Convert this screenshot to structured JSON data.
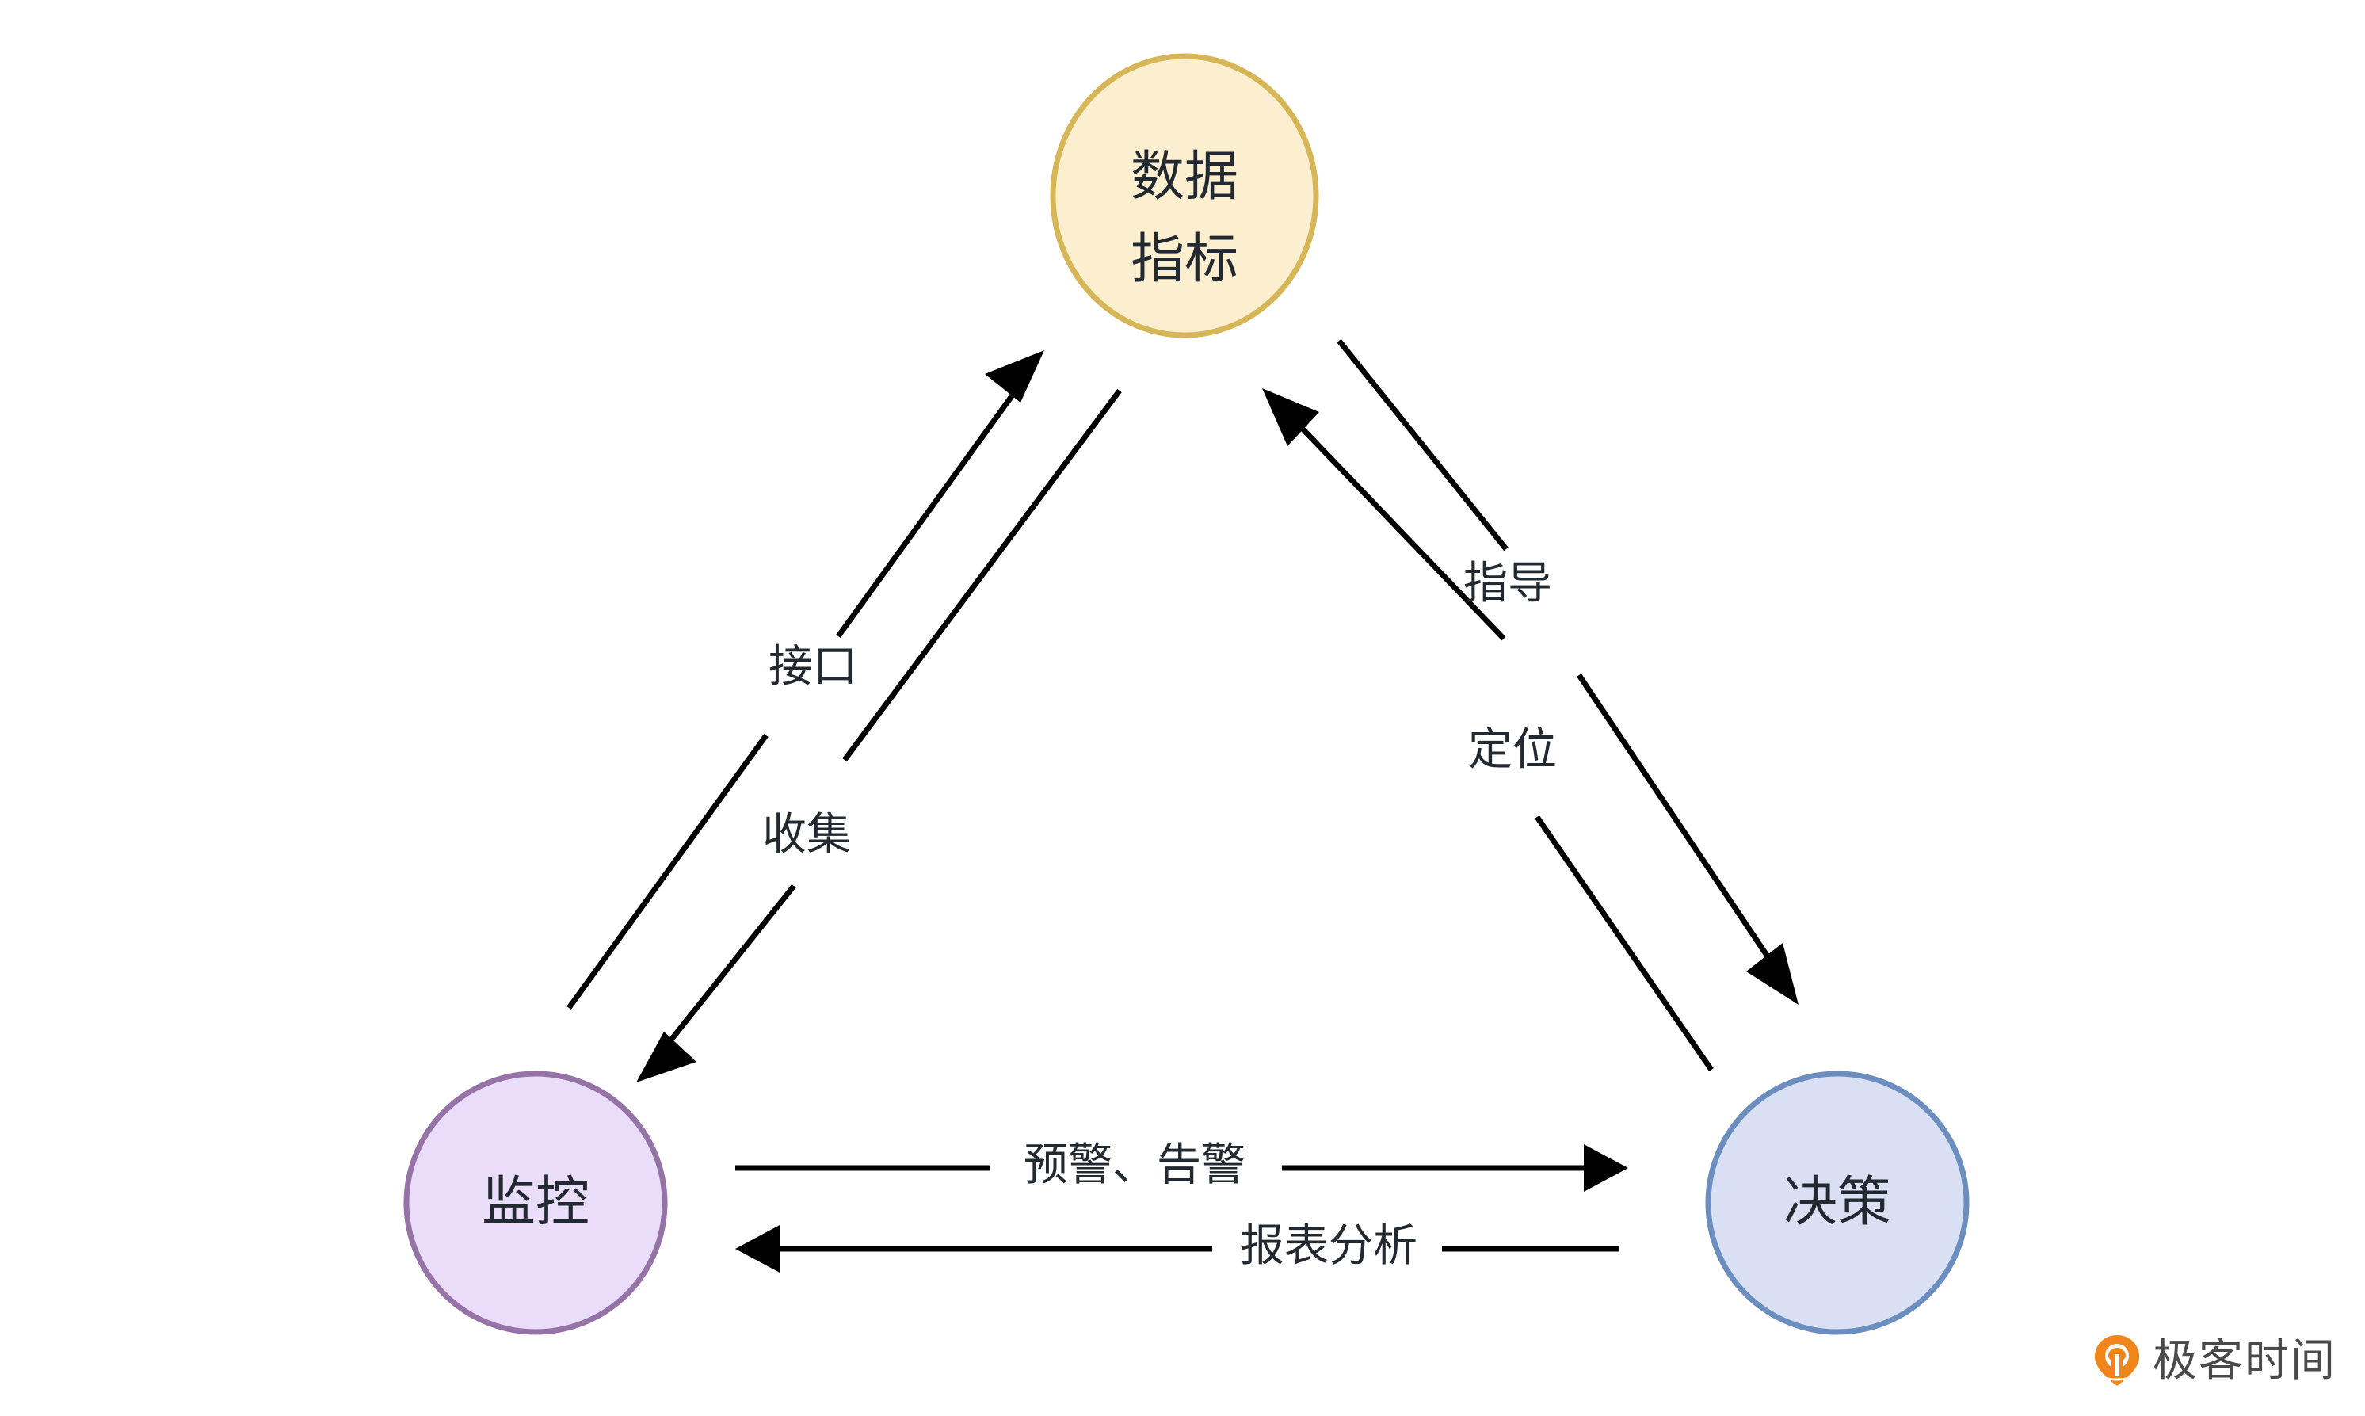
{
  "diagram": {
    "type": "node-edge-cycle",
    "background": "#ffffff",
    "nodes": [
      {
        "id": "data-metrics",
        "label_line1": "数据",
        "label_line2": "指标",
        "fill": "#FBEFD0",
        "stroke": "#D6B656"
      },
      {
        "id": "monitoring",
        "label": "监控",
        "fill": "#E9DDFA",
        "stroke": "#9673A6"
      },
      {
        "id": "decision",
        "label": "决策",
        "fill": "#D9E0F3",
        "stroke": "#6C8EBF"
      }
    ],
    "edges": [
      {
        "id": "monitoring-to-data-metrics",
        "label": "接口",
        "from": "monitoring",
        "to": "data-metrics",
        "direction": "up-right"
      },
      {
        "id": "data-metrics-to-monitoring",
        "label": "收集",
        "from": "data-metrics",
        "to": "monitoring",
        "direction": "down-left"
      },
      {
        "id": "decision-to-data-metrics",
        "label": "定位",
        "from": "decision",
        "to": "data-metrics",
        "direction": "up-left"
      },
      {
        "id": "data-metrics-to-decision",
        "label": "指导",
        "from": "data-metrics",
        "to": "decision",
        "direction": "down-right"
      },
      {
        "id": "monitoring-to-decision",
        "label": "预警、告警",
        "from": "monitoring",
        "to": "decision",
        "direction": "right"
      },
      {
        "id": "decision-to-monitoring",
        "label": "报表分析",
        "from": "decision",
        "to": "monitoring",
        "direction": "left"
      }
    ],
    "edge_stroke": "#000000"
  },
  "watermark": {
    "text": "极客时间",
    "mark_color": "#F08519",
    "text_color": "#4a4a4a"
  }
}
